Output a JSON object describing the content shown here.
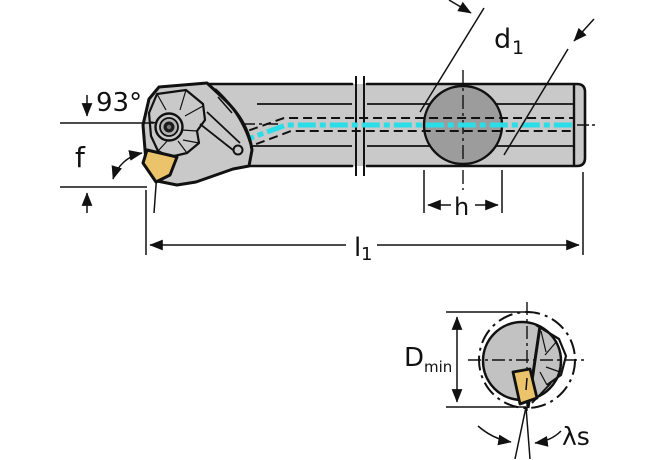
{
  "labels": {
    "approach_angle": "93°",
    "tip_offset": "f",
    "bar_diameter": {
      "base": "d",
      "sub": "1"
    },
    "head_length": "h",
    "overall_length": {
      "base": "l",
      "sub": "1"
    },
    "min_bore_diameter": {
      "base": "D",
      "sub": "min"
    },
    "inclination_angle": "λs"
  },
  "colors": {
    "line": "#111111",
    "body_gray": "#c9c9c9",
    "bar_section_gray": "#9c9c9c",
    "cross_section_gray": "#c2c2c2",
    "insert_gold": "#eac36b",
    "coolant_cyan": "#2bdde6",
    "background": "#ffffff"
  }
}
